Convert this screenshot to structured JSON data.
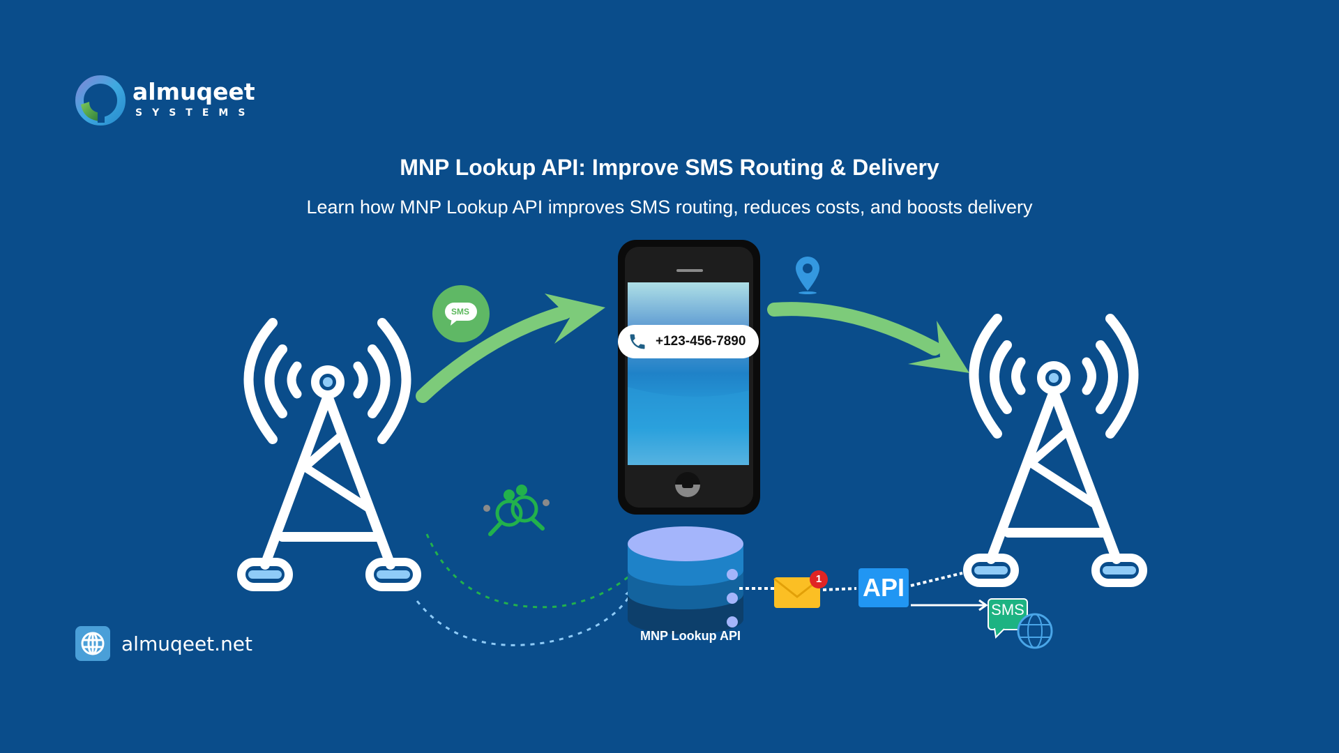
{
  "brand": {
    "name": "almuqeet",
    "tagline": "SYSTEMS",
    "logo_icon": "almuqeet-swirl-logo"
  },
  "header": {
    "title": "MNP Lookup API: Improve SMS Routing & Delivery",
    "subtitle": "Learn how MNP Lookup API improves SMS routing, reduces costs, and boosts delivery"
  },
  "diagram": {
    "left_tower_icon": "cell-tower-icon",
    "right_tower_icon": "cell-tower-icon",
    "sms_badge": "SMS",
    "phone_number": "+123-456-7890",
    "phone_icon": "phone-icon",
    "location_icon": "map-pin-icon",
    "search_icon": "magnifier-gears-icon",
    "database_label": "MNP Lookup API",
    "notification_count": "1",
    "api_label": "API",
    "sms_output_label": "SMS",
    "web_icon": "www-globe-icon"
  },
  "footer": {
    "website": "almuqeet.net",
    "website_icon": "globe-icon"
  },
  "colors": {
    "background": "#0a4d8b",
    "arrow_green": "#7dcb7a",
    "accent_blue": "#2196f3",
    "db_top": "#a4b5fb",
    "envelope": "#fbbf24",
    "badge_red": "#e02424"
  }
}
